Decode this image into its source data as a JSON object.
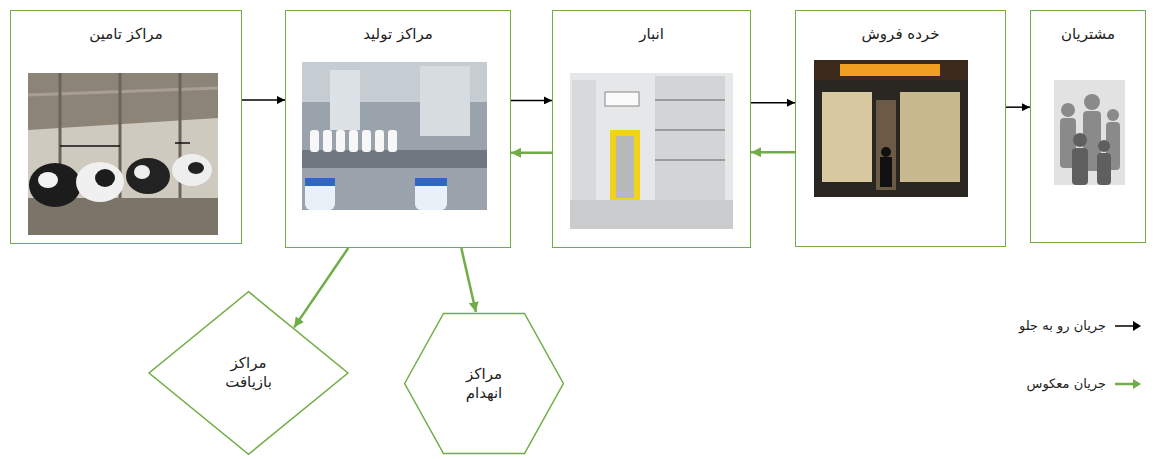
{
  "diagram": {
    "nodes": [
      {
        "text": [
          "مراکز تامین"
        ]
      },
      {
        "text": [
          "مراکز تولید"
        ]
      },
      {
        "text": [
          "انبار"
        ]
      },
      {
        "text": [
          "خرده فروش"
        ]
      },
      {
        "text": [
          "مشتریان"
        ]
      },
      {
        "text": [
          "مراکز بازیافت"
        ]
      },
      {
        "text": [
          "مراکز انهدام"
        ]
      }
    ],
    "edges": [
      {
        "from": 0,
        "to": 1,
        "arrow": "to"
      },
      {
        "from": 1,
        "to": 2,
        "arrow": "to"
      },
      {
        "from": 2,
        "to": 3,
        "arrow": "to"
      },
      {
        "from": 3,
        "to": 4,
        "arrow": "to"
      },
      {
        "from": 3,
        "to": 2,
        "arrow": "to"
      },
      {
        "from": 2,
        "to": 1,
        "arrow": "to"
      },
      {
        "from": 1,
        "to": 5,
        "arrow": "to"
      },
      {
        "from": 1,
        "to": 6,
        "arrow": "to"
      }
    ],
    "legend": [
      {
        "text": "جریان رو به جلو"
      },
      {
        "text": "جریان معکوس"
      }
    ]
  }
}
